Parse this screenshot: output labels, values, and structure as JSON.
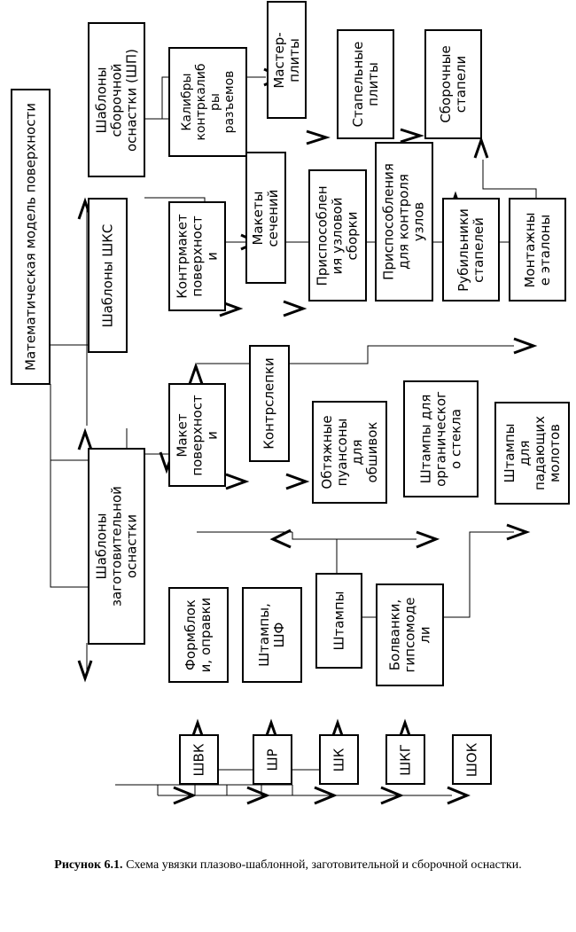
{
  "diagram": {
    "nodes": {
      "math_model": "Математическая модель поверхности",
      "shp": "Шаблоны\nсборочной\nоснастки (ШП)",
      "shks": "Шаблоны ШКС",
      "shzo": "Шаблоны\nзаготовительной\nоснастки",
      "calibers": "Калибры\nконтркалиб\nры\nразъемов",
      "master_plates": "Мастер-\nплиты",
      "stapel_plates": "Стапельные\nплиты",
      "assembly_stapels": "Сборочные\nстапели",
      "counter_model": "Контрмакет\nповерхност\nи",
      "section_models": "Макеты\nсечений",
      "node_assembly_fixtures": "Приспособлен\nия узловой\nсборки",
      "node_control_fixtures": "Приспособления\nдля контроля\nузлов",
      "stapel_rubilniki": "Рубильники\nстапелей",
      "mount_etalons": "Монтажны\nе эталоны",
      "surface_model": "Макет\nповерхност\nи",
      "counter_casts": "Контрслепки",
      "stretch_punches": "Обтяжные\nпуансоны\nдля\nобшивок",
      "glass_dies": "Штампы для\nорганическог\nо стекла",
      "drop_hammer_dies": "Штампы\nдля\nпадающих\nмолотов",
      "form_blocks": "Формблок\nи, оправки",
      "dies_shf": "Штампы,\nШФ",
      "dies": "Штампы",
      "blanks": "Болванки,\nгипсомоде\nли",
      "shvk": "ШВК",
      "shr": "ШР",
      "shk": "ШК",
      "shkg": "ШКГ",
      "shok": "ШОК"
    }
  },
  "caption": {
    "label": "Рисунок 6.1.",
    "text": " Схема увязки плазово-шаблонной, заготовительной и сборочной оснастки."
  }
}
